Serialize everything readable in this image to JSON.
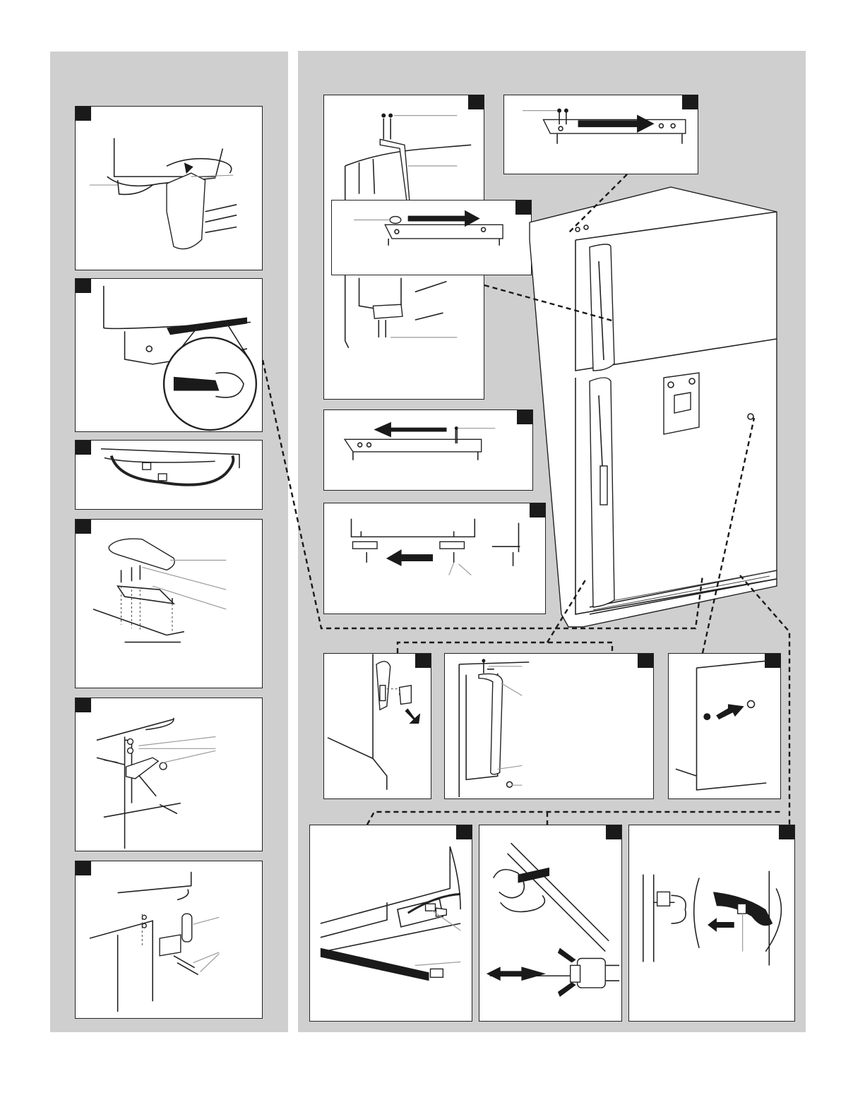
{
  "document": {
    "title": "",
    "left_column": {
      "steps": [
        {
          "id": "grille-removal"
        },
        {
          "id": "water-line-disconnect"
        },
        {
          "id": "water-tube-routing"
        },
        {
          "id": "top-hinge-cover"
        },
        {
          "id": "center-hinge"
        },
        {
          "id": "bottom-hinge"
        }
      ]
    },
    "right_column": {
      "steps": [
        {
          "id": "freezer-handle"
        },
        {
          "id": "top-plug-move"
        },
        {
          "id": "handle-mount-plug"
        },
        {
          "id": "door-stop-screw"
        },
        {
          "id": "door-stop-bracket"
        },
        {
          "id": "refrigerator-overview"
        },
        {
          "id": "fresh-food-handle-lift"
        },
        {
          "id": "fresh-food-handle"
        },
        {
          "id": "side-plug"
        },
        {
          "id": "water-tube-connector"
        },
        {
          "id": "tube-coupling-release"
        },
        {
          "id": "tube-clip-reroute"
        }
      ]
    },
    "colors": {
      "panel_background": "#cfcfcf",
      "line_art": "#222222",
      "badge": "#1a1a1a"
    }
  }
}
